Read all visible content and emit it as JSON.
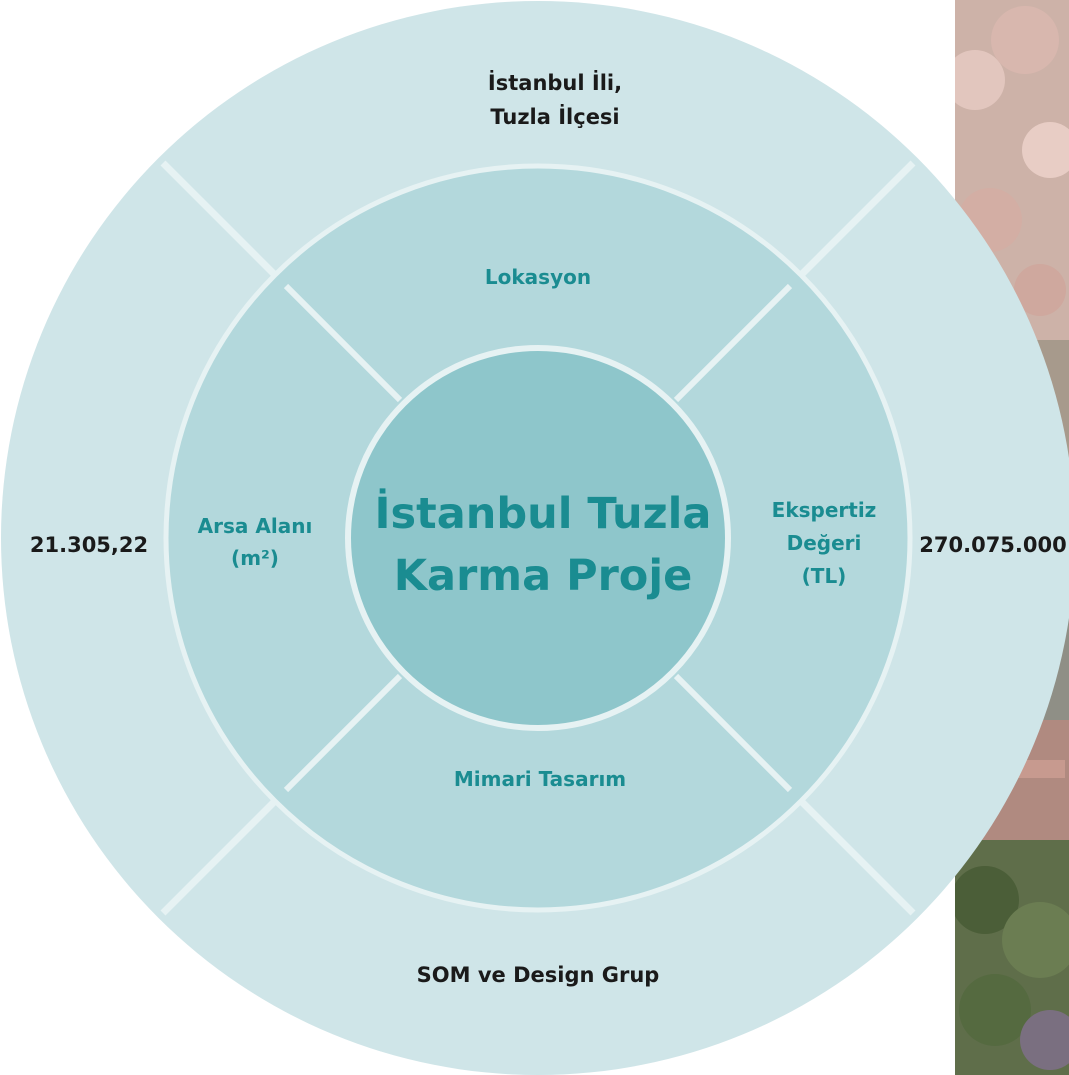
{
  "center": {
    "title_line1": "İstanbul Tuzla",
    "title_line2": "Karma Proje"
  },
  "segments": {
    "top": {
      "inner_label": "Lokasyon",
      "outer_line1": "İstanbul İli,",
      "outer_line2": "Tuzla İlçesi"
    },
    "left": {
      "inner_line1": "Arsa Alanı",
      "inner_line2": "(m²)",
      "outer_value": "21.305,22"
    },
    "right": {
      "inner_line1": "Ekspertiz",
      "inner_line2": "Değeri",
      "inner_line3": "(TL)",
      "outer_value": "270.075.000"
    },
    "bottom": {
      "inner_label": "Mimari Tasarım",
      "outer_value": "SOM ve Design Grup"
    }
  },
  "colors": {
    "outer_ring": "#cfe5e8",
    "middle_ring": "#b3d8dc",
    "center_circle": "#8ec6cb",
    "accent_text": "#1a8c91",
    "outer_text": "#1a1a1a",
    "divider": "#e6f2f3"
  }
}
